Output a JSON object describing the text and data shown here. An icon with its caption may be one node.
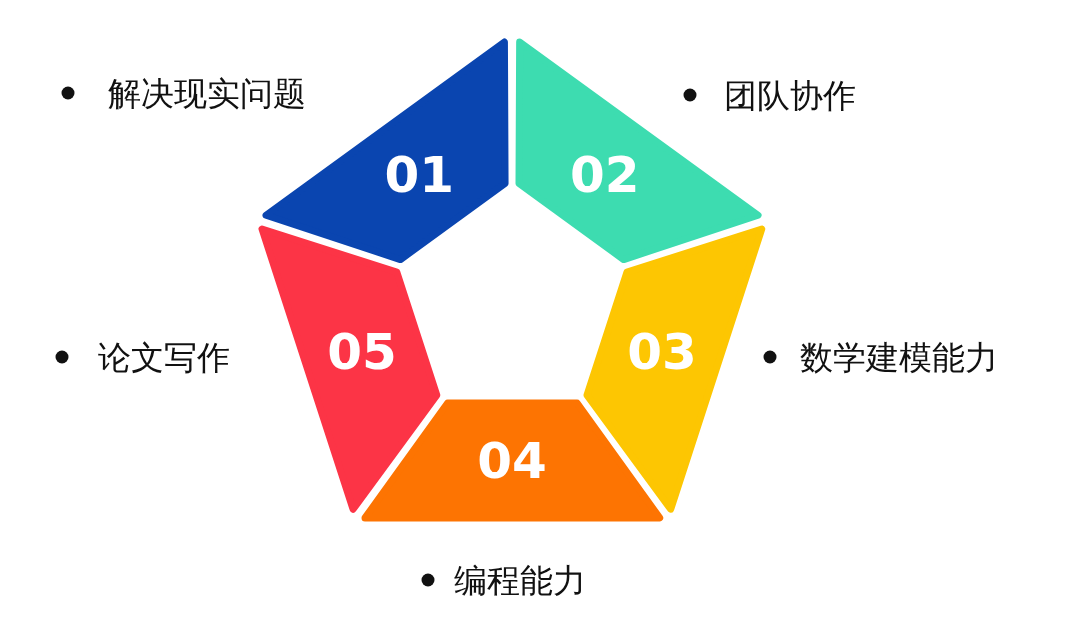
{
  "diagram": {
    "nodes": [
      {
        "text": [
          "01"
        ],
        "beside": [
          "解决现实问题"
        ]
      },
      {
        "text": [
          "02"
        ],
        "beside": [
          "团队协作"
        ]
      },
      {
        "text": [
          "03"
        ],
        "beside": [
          "数学建模能力"
        ]
      },
      {
        "text": [
          "04"
        ],
        "beside": [
          "编程能力"
        ]
      },
      {
        "text": [
          "05"
        ],
        "beside": [
          "论文写作"
        ]
      }
    ]
  }
}
